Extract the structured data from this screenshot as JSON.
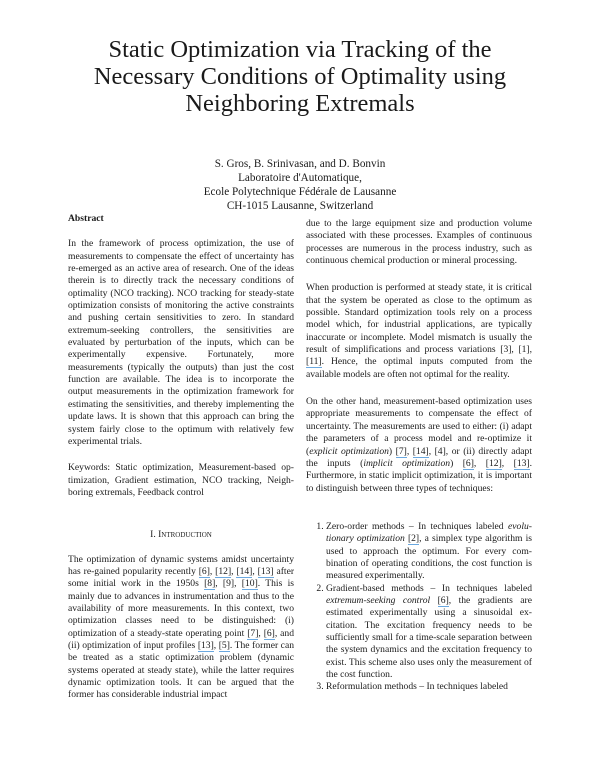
{
  "paper": {
    "title": [
      "Static Optimization via Tracking of the",
      "Necessary Conditions of Optimality using",
      "Neighboring Extremals"
    ],
    "authors": "S. Gros, B. Srinivasan, and D. Bonvin",
    "affiliation": [
      "Laboratoire d'Automatique,",
      "Ecole Polytechnique Fédérale de Lausanne",
      "CH-1015 Lausanne, Switzerland"
    ],
    "abstract_heading": "Abstract",
    "abstract": "In the framework of process optimization, the use of measurements to compensate the effect of uncertainty has re-emerged as an active area of research. One of the ideas therein is to directly track the necessary conditions of optimality (NCO tracking). NCO track­ing for steady-state optimization consists of monitoring the active constraints and pushing certain sensitivities to zero. In standard extremum-seeking controllers, the sensitivities are evaluated by perturbation of the inputs, which can be experimentally expensive. Fortunately, more measurements (typically the outputs) than just the cost function are available. The idea is to incorporate the output measurements in the optimization framework for estimating the sensitivities, and thereby implementing the update laws. It is shown that this approach can bring the system fairly close to the optimum with relatively few experimental trials.",
    "keywords": "Keywords: Static optimization, Measurement-based op­timization, Gradient estimation, NCO tracking, Neigh­boring extremals, Feedback control",
    "section_heading": "I. Introduction",
    "left_paragraphs": [
      [
        {
          "t": "The optimization of dynamic systems amidst uncertainty has re-gained popularity recently "
        },
        {
          "t": "[6]",
          "link": true
        },
        {
          "t": ", "
        },
        {
          "t": "[12]",
          "link": true
        },
        {
          "t": ", "
        },
        {
          "t": "[14]",
          "link": true
        },
        {
          "t": ", "
        },
        {
          "t": "[13]",
          "link": true
        },
        {
          "t": " after some initial work in the 1950s "
        },
        {
          "t": "[8]",
          "link": true
        },
        {
          "t": ", [9], "
        },
        {
          "t": "[10]",
          "link": true
        },
        {
          "t": ". This is mainly due to advances in instrumentation and thus to the availability of more measurements. In this context, two optimization classes need to be distinguished: (i) optimization of a steady-state operating point "
        },
        {
          "t": "[7]",
          "link": true
        },
        {
          "t": ", "
        },
        {
          "t": "[6]",
          "link": true
        },
        {
          "t": ", and (ii) optimization of input profiles "
        },
        {
          "t": "[13]",
          "link": true
        },
        {
          "t": ", "
        },
        {
          "t": "[5]",
          "link": true
        },
        {
          "t": ". The former can be treated as a static optimization problem (dynamic systems operated at steady state), while the latter requires dynamic optimization tools. It can be argued that the former has considerable industrial impact"
        }
      ]
    ],
    "right_paragraphs": [
      [
        {
          "t": "due to the large equipment size and production volume associated with these processes. Examples of continuous processes are numerous in the process industry, such as continuous chemical production or mineral processing."
        }
      ],
      [
        {
          "t": "When production is performed at steady state, it is criti­cal that the system be operated as close to the optimum as possible. Standard optimization tools rely on a process model which, for industrial applications, are typically inaccurate or incomplete. Model mismatch is usually the result of simplifications and process variations [3], [1], "
        },
        {
          "t": "[11]",
          "link": true
        },
        {
          "t": ". Hence, the optimal inputs computed from the available models are often not optimal for the reality."
        }
      ],
      [
        {
          "t": "On the other hand, measurement-based optimization uses appropriate measurements to compensate the effect of uncertainty. The measurements are used to either: (i) adapt the parameters of a process model and re-optimize it ("
        },
        {
          "t": "explicit optimization",
          "em": true
        },
        {
          "t": ") "
        },
        {
          "t": "[7]",
          "link": true
        },
        {
          "t": ", "
        },
        {
          "t": "[14]",
          "link": true
        },
        {
          "t": ", [4], or (ii) directly adapt the inputs ("
        },
        {
          "t": "implicit optimization",
          "em": true
        },
        {
          "t": ") "
        },
        {
          "t": "[6]",
          "link": true
        },
        {
          "t": ", "
        },
        {
          "t": "[12]",
          "link": true
        },
        {
          "t": ", "
        },
        {
          "t": "[13]",
          "link": true
        },
        {
          "t": ". Furthermore, in static implicit optimization, it is important to distinguish between three types of techniques:"
        }
      ]
    ],
    "list_items": [
      [
        {
          "t": "Zero-order methods – In techniques labeled "
        },
        {
          "t": "evolu­tionary optimization",
          "em": true
        },
        {
          "t": " "
        },
        {
          "t": "[2]",
          "link": true
        },
        {
          "t": ", a simplex type algorithm is used to approach the optimum. For every com­bination of operating conditions, the cost function is measured experimentally."
        }
      ],
      [
        {
          "t": "Gradient-based methods – In techniques labeled "
        },
        {
          "t": "extremum-seeking control",
          "em": true
        },
        {
          "t": " "
        },
        {
          "t": "[6]",
          "link": true
        },
        {
          "t": ", the gradients are estimated experimentally using a sinusoidal ex­citation. The excitation frequency needs to be sufficiently small for a time-scale separation be­tween the system dynamics and the excitation frequency to exist. This scheme also uses only the measurement of the cost function."
        }
      ],
      [
        {
          "t": "Reformulation methods – In techniques labeled"
        }
      ]
    ],
    "colors": {
      "link_underline": "#6aa8e0",
      "text": "#1a1a1a"
    }
  }
}
